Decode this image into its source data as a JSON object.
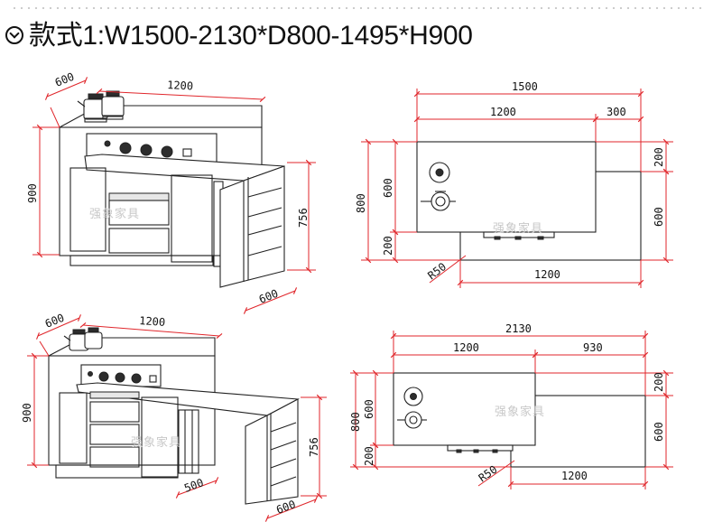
{
  "title": "款式1:W1500-2130*D800-1495*H900",
  "watermark": "强象家具",
  "view1": {
    "depth": "600",
    "width": "1200",
    "height": "900",
    "side_height": "756",
    "side_depth": "600"
  },
  "plan1": {
    "total_width": "1500",
    "main_width": "1200",
    "ext_offset": "300",
    "total_depth": "800",
    "main_depth": "600",
    "offset_depth": "200",
    "ext_offset_depth": "200",
    "ext_depth": "600",
    "ext_width": "1200",
    "radius": "R50"
  },
  "view2": {
    "depth": "600",
    "width": "1200",
    "height": "900",
    "side_height": "756",
    "slide": "500",
    "side_depth": "600"
  },
  "plan2": {
    "total_width": "2130",
    "main_width": "1200",
    "ext_offset": "930",
    "total_depth": "800",
    "main_depth": "600",
    "offset_depth": "200",
    "ext_offset_depth": "200",
    "ext_depth": "600",
    "ext_width": "1200",
    "radius": "R50"
  }
}
